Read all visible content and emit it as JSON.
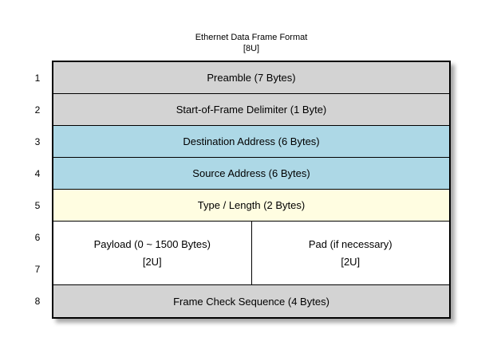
{
  "title": {
    "line1": "Ethernet Data Frame Format",
    "line2": "[8U]"
  },
  "colors": {
    "gray": "#d3d3d3",
    "blue": "#add8e6",
    "yellow": "#fffde1",
    "white": "#ffffff",
    "border": "#000000",
    "background": "#ffffff"
  },
  "row_numbers": [
    "1",
    "2",
    "3",
    "4",
    "5",
    "6",
    "7",
    "8"
  ],
  "frame": {
    "rows": [
      {
        "label": "Preamble (7 Bytes)",
        "fill": "gray"
      },
      {
        "label": "Start-of-Frame Delimiter (1 Byte)",
        "fill": "gray"
      },
      {
        "label": "Destination Address (6 Bytes)",
        "fill": "blue"
      },
      {
        "label": "Source Address (6 Bytes)",
        "fill": "blue"
      },
      {
        "label": "Type / Length (2 Bytes)",
        "fill": "yellow"
      },
      {
        "label": "Frame Check Sequence (4 Bytes)",
        "fill": "gray"
      }
    ],
    "payload_row": {
      "fill": "white",
      "cells": [
        {
          "line1": "Payload (0 ~ 1500 Bytes)",
          "line2": "[2U]"
        },
        {
          "line1": "Pad (if necessary)",
          "line2": "[2U]"
        }
      ]
    }
  }
}
